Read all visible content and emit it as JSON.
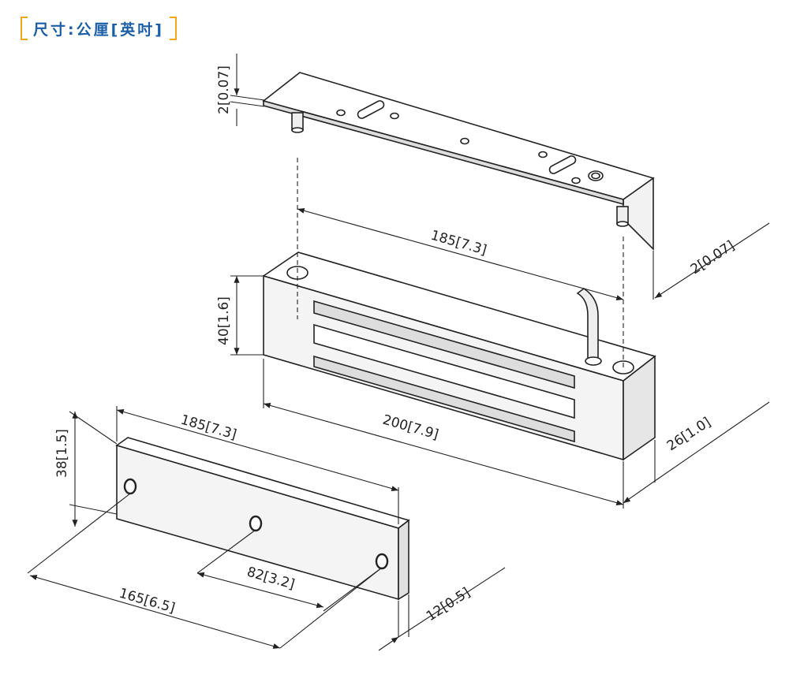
{
  "header": {
    "title": "尺寸:公厘[英吋]",
    "bracket_color": "#f0a51a",
    "title_color": "#1a5ea8"
  },
  "dimensions": {
    "plate_thickness": "2[0.07]",
    "bracket_length": "185[7.3]",
    "bracket_offset": "2[0.07]",
    "body_height": "40[1.6]",
    "body_length": "200[7.9]",
    "body_depth": "26[1.0]",
    "armature_length": "185[7.3]",
    "armature_height": "38[1.5]",
    "armature_hole_spacing": "82[3.2]",
    "armature_outer_hole_spacing": "165[6.5]",
    "armature_thickness": "12[0.5]"
  }
}
